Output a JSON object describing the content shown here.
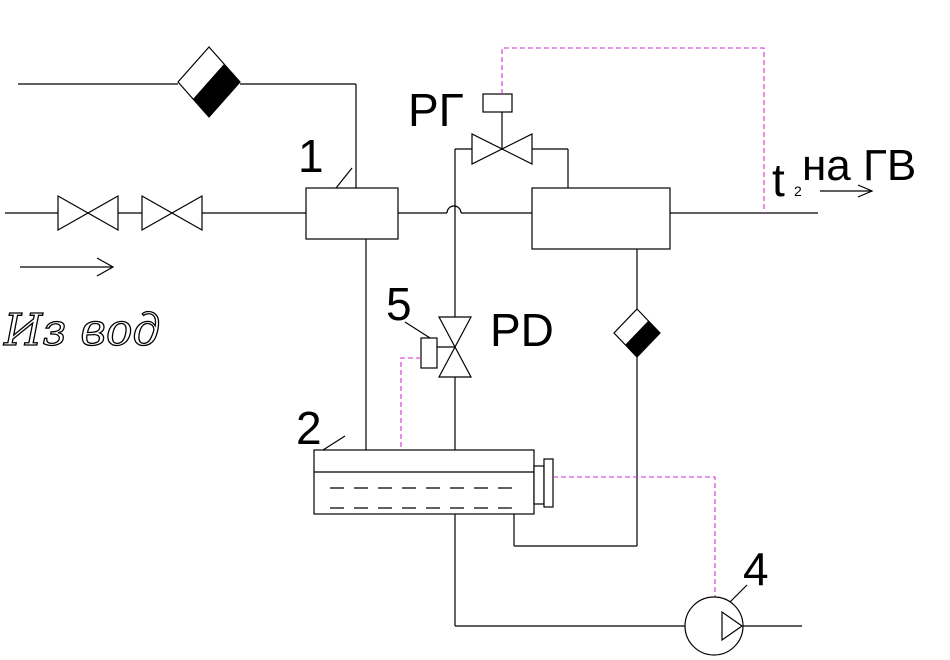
{
  "labels": {
    "n1": "1",
    "n2": "2",
    "n4": "4",
    "n5": "5",
    "rg": "РГ",
    "pd": "PD",
    "t": "t",
    "t_sub": "2",
    "to_gv": "на ГВ",
    "from_source": "Из вод"
  },
  "colors": {
    "lines": "#000000",
    "control_signal": "#d62fd6"
  }
}
